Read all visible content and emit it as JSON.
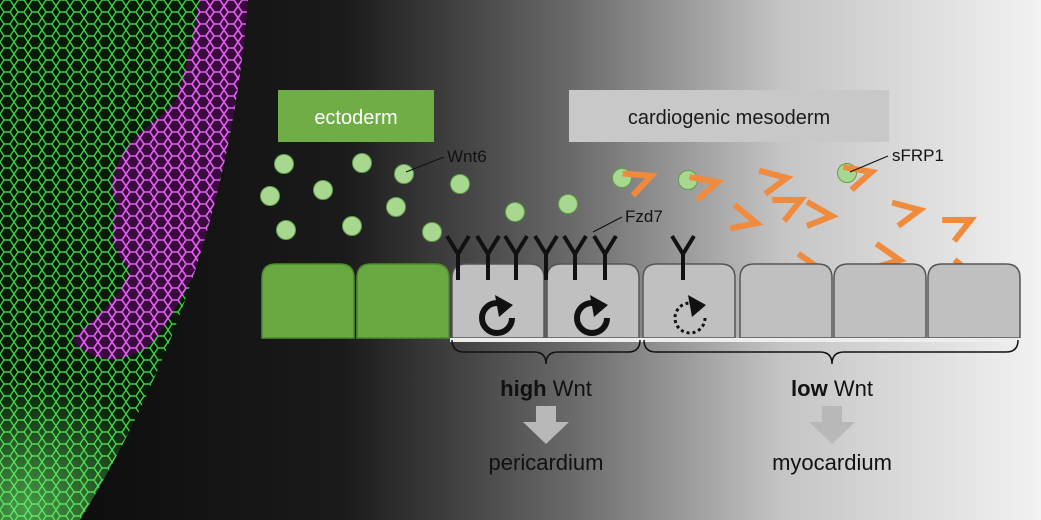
{
  "labels": {
    "ectoderm": "ectoderm",
    "cardiogenic_mesoderm": "cardiogenic mesoderm",
    "wnt6": "Wnt6",
    "sfrp1": "sFRP1",
    "fzd7": "Fzd7",
    "high": "high",
    "low": "low",
    "wnt": "Wnt",
    "pericardium": "pericardium",
    "myocardium": "myocardium"
  },
  "colors": {
    "ectoderm_cell": "#6aa842",
    "ectoderm_box": "#70ad47",
    "mesoderm_cell": "#c0c0c0",
    "mesoderm_box": "#c8c8c8",
    "wnt_dot": "#a8d890",
    "sfrp_arrow": "#f08a3c",
    "micro_green": "#2fd13a",
    "micro_magenta": "#d24ce0",
    "result_arrow": "#b8b8b8"
  },
  "icons": [
    "rotation-arrow-icon",
    "receptor-icon",
    "down-arrow-icon"
  ]
}
